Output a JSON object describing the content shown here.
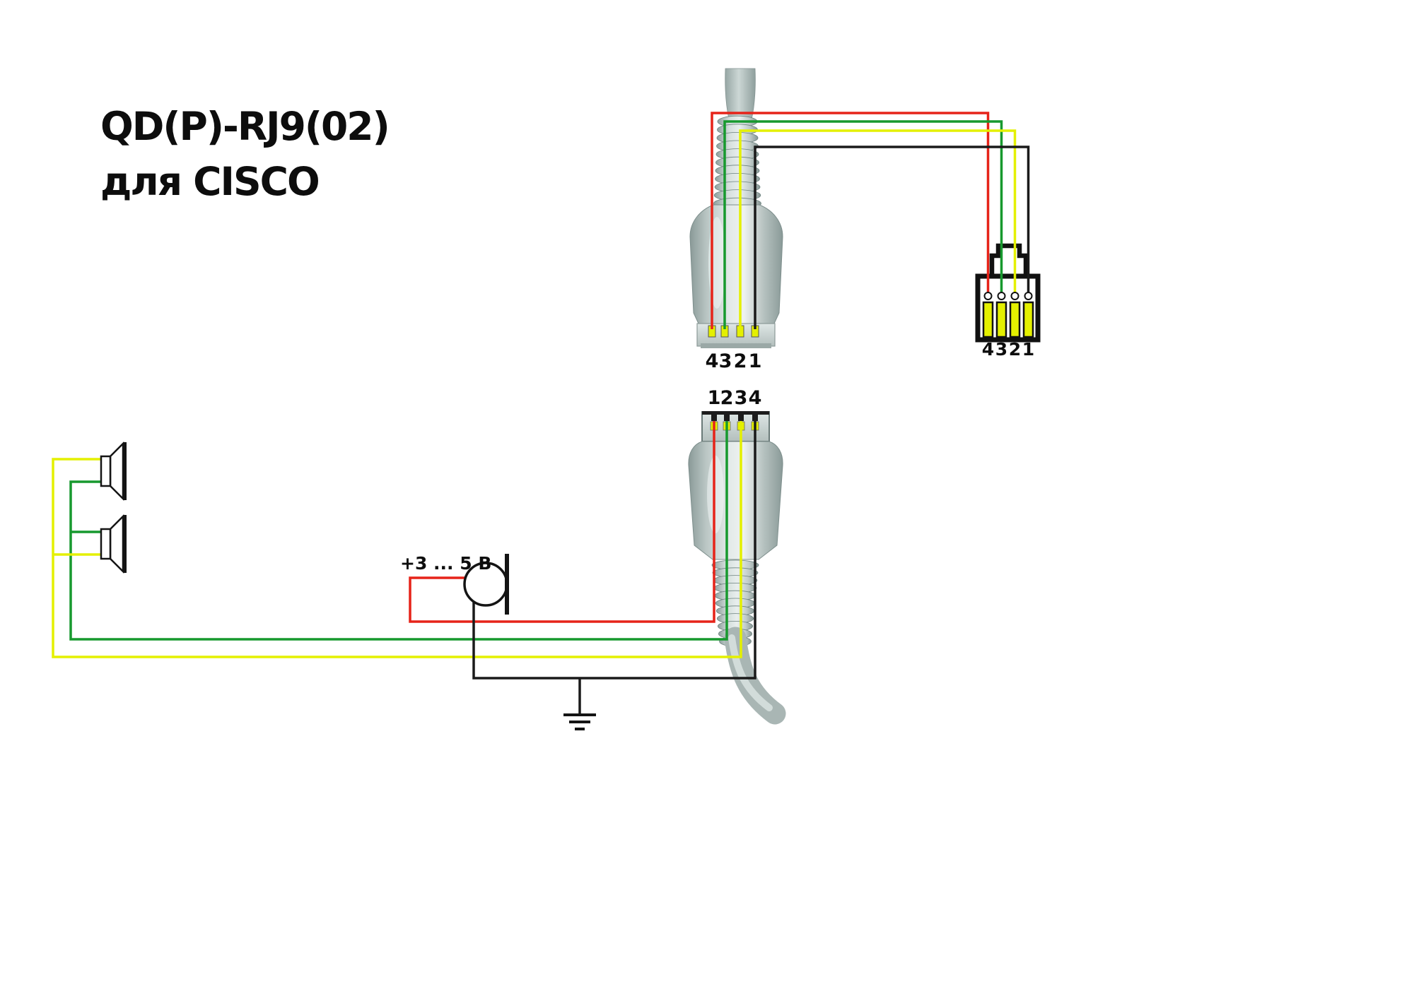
{
  "title": {
    "line1": "QD(P)-RJ9(02)",
    "line2": "для CISCO"
  },
  "labels": {
    "mic_voltage": "+3 ... 5 В",
    "qd_top_pins": [
      "4",
      "3",
      "2",
      "1"
    ],
    "qd_bottom_pins": [
      "1",
      "2",
      "3",
      "4"
    ],
    "rj9_pins": [
      "4",
      "3",
      "2",
      "1"
    ]
  },
  "colors": {
    "background": "#ffffff",
    "text": "#0d0d0d",
    "wire_red": "#e62319",
    "wire_green": "#17992e",
    "wire_yellow": "#e4f000",
    "wire_black": "#1a1a1a",
    "contact_yellow": "#e4f000",
    "connector_light": "#e9efee",
    "connector_mid": "#b9c5c3",
    "connector_dark": "#8a9a98",
    "outline_black": "#111111"
  }
}
